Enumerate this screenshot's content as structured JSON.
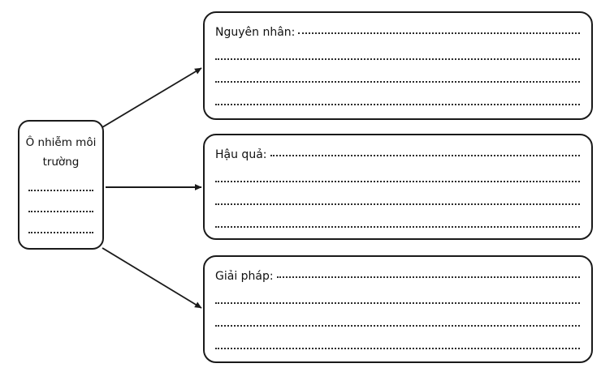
{
  "page": {
    "background_color": "#ffffff",
    "stroke_color": "#1a1a1a",
    "dot_color": "#2b2b2b"
  },
  "diagram": {
    "type": "concept-map",
    "source": {
      "title_line_1": "Ô nhiễm môi",
      "title_line_2": "trường",
      "blank_lines": 3
    },
    "branches": [
      {
        "id": "cause",
        "label": "Nguyên nhân:",
        "blank_lines": 4,
        "arrow": "diagonal-up-right"
      },
      {
        "id": "consequence",
        "label": "Hậu quả:",
        "blank_lines": 4,
        "arrow": "horizontal-right"
      },
      {
        "id": "solution",
        "label": "Giải pháp:",
        "blank_lines": 4,
        "arrow": "diagonal-down-right"
      }
    ]
  }
}
